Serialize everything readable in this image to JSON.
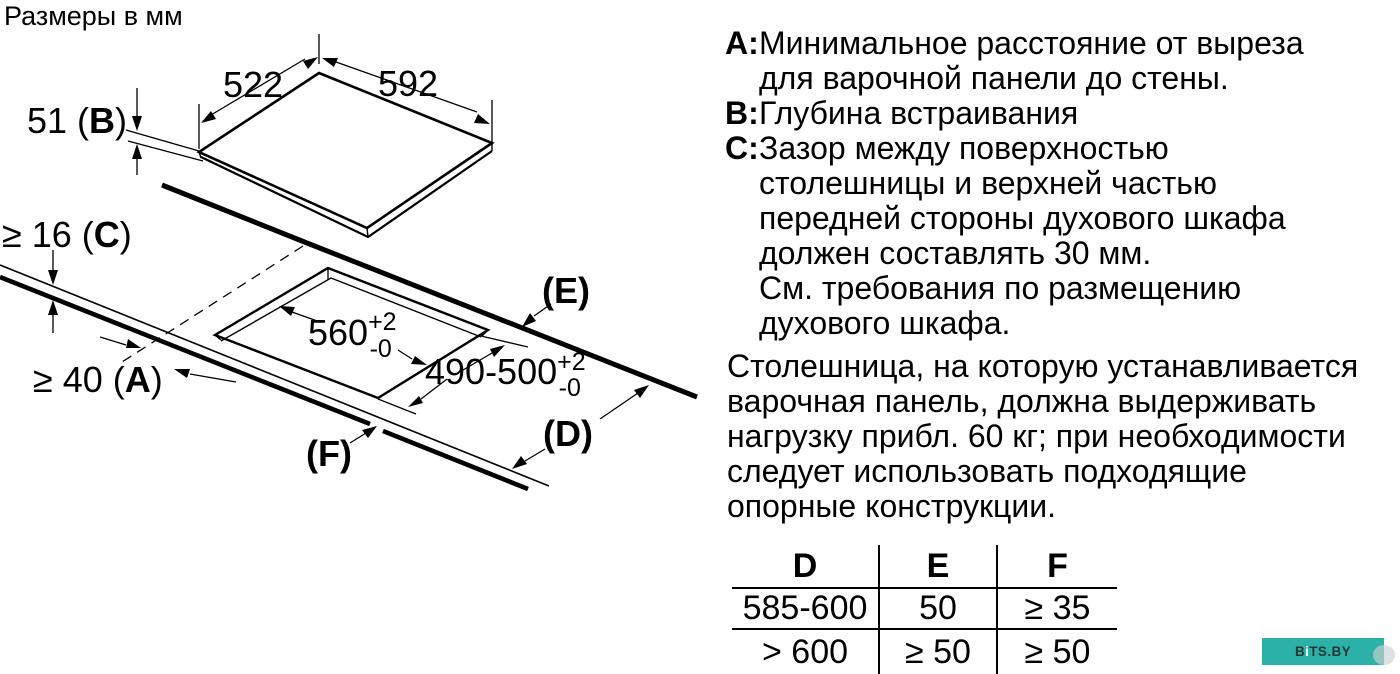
{
  "page": {
    "title": "Размеры в мм"
  },
  "diagram": {
    "d522": "522",
    "d592": "592",
    "d51": {
      "pre": "51 (",
      "letter": "B",
      "post": ")"
    },
    "dC": {
      "pre": "≥ 16 (",
      "letter": "C",
      "post": ")"
    },
    "dA": {
      "pre": "≥ 40 (",
      "letter": "A",
      "post": ")"
    },
    "d560": {
      "value": "560",
      "plus": "+2",
      "minus": "-0"
    },
    "d490": {
      "value": "490-500",
      "plus": "+2",
      "minus": "-0"
    },
    "dE": "(E)",
    "dD": "(D)",
    "dF": "(F)"
  },
  "legend": {
    "lines": [
      {
        "label": "А:",
        "text": "Минимальное расстояние от выреза"
      },
      {
        "label": "",
        "text": "для варочной панели до стены."
      },
      {
        "label": "В:",
        "text": "Глубина встраивания"
      },
      {
        "label": "С:",
        "text": "Зазор между поверхностью"
      },
      {
        "label": "",
        "text": "столешницы и верхней частью"
      },
      {
        "label": "",
        "text": "передней стороны духового шкафа"
      },
      {
        "label": "",
        "text": "должен составлять 30 мм."
      },
      {
        "label": "",
        "text": "См. требования по размещению"
      },
      {
        "label": "",
        "text": "духового шкафа."
      }
    ]
  },
  "paragraph": {
    "lines": [
      "Столешница, на которую устанавливается",
      "варочная панель, должна выдерживать",
      "нагрузку прибл. 60 кг; при необходимости",
      "следует использовать подходящие",
      "опорные конструкции."
    ]
  },
  "table": {
    "headers": [
      "D",
      "E",
      "F"
    ],
    "rows": [
      [
        "585-600",
        "50",
        "≥ 35"
      ],
      [
        "> 600",
        "≥ 50",
        "≥ 50"
      ]
    ]
  },
  "watermark": {
    "b": "B",
    "i": "i",
    "rest": "TS.BY",
    "bg": "#2bb1a8",
    "text_color": "#263736",
    "i_color": "#f2fffd"
  }
}
